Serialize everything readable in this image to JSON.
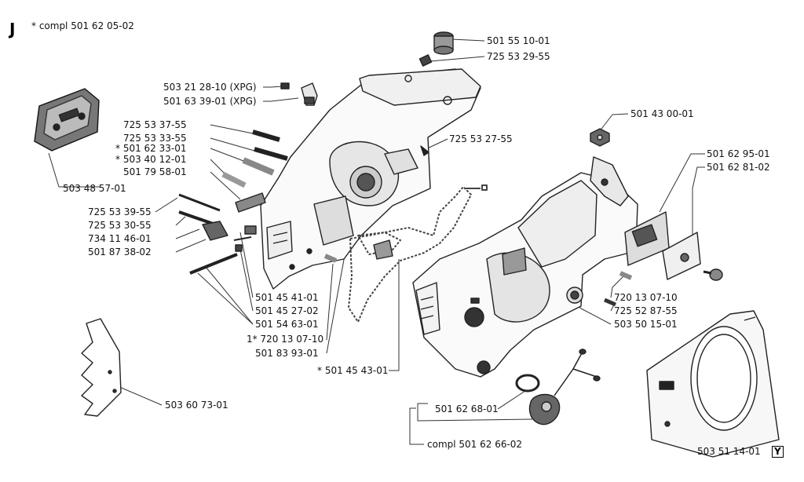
{
  "section_letter": "J",
  "header_note": "* compl 501 62 05-02",
  "corner_mark": "Y",
  "part_labels": [
    "501 55 10-01",
    "725 53 29-55",
    "503 21 28-10 (XPG)",
    "501 63 39-01 (XPG)",
    "725 53 37-55",
    "725 53 33-55",
    "* 501 62 33-01",
    "* 503 40 12-01",
    "501 79 58-01",
    "725 53 27-55",
    "503 48 57-01",
    "725 53 39-55",
    "725 53 30-55",
    "734 11 46-01",
    "501 87 38-02",
    "501 43 00-01",
    "501 62 95-01",
    "501 62 81-02",
    "501 45 41-01",
    "501 45 27-02",
    "501 54 63-01",
    "1* 720 13 07-10",
    "501 83 93-01",
    "* 501 45 43-01",
    "720 13 07-10",
    "725 52 87-55",
    "503 50 15-01",
    "503 60 73-01",
    "501 62 68-01",
    "compl 501 62 66-02",
    "503 51 14-01"
  ]
}
